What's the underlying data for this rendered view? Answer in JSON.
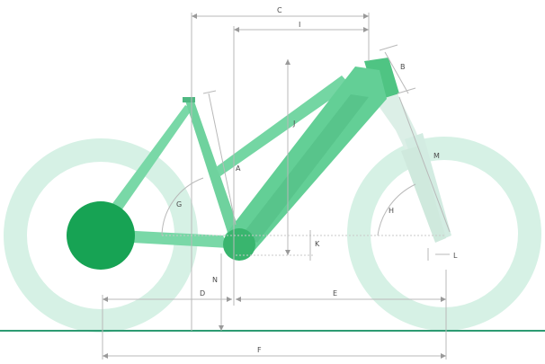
{
  "colors": {
    "wheel_light": "#cdeee0",
    "frame": "#69d39d",
    "frame_dark": "#4fb882",
    "fork": "#d8efe5",
    "hub": "#14a252",
    "ground": "#2d9b72",
    "dimension_line": "#b9b9b9"
  },
  "labels": {
    "A": "A",
    "B": "B",
    "C": "C",
    "D": "D",
    "E": "E",
    "F": "F",
    "G": "G",
    "H": "H",
    "I": "I",
    "J": "J",
    "K": "K",
    "L": "L",
    "M": "M",
    "N": "N"
  }
}
